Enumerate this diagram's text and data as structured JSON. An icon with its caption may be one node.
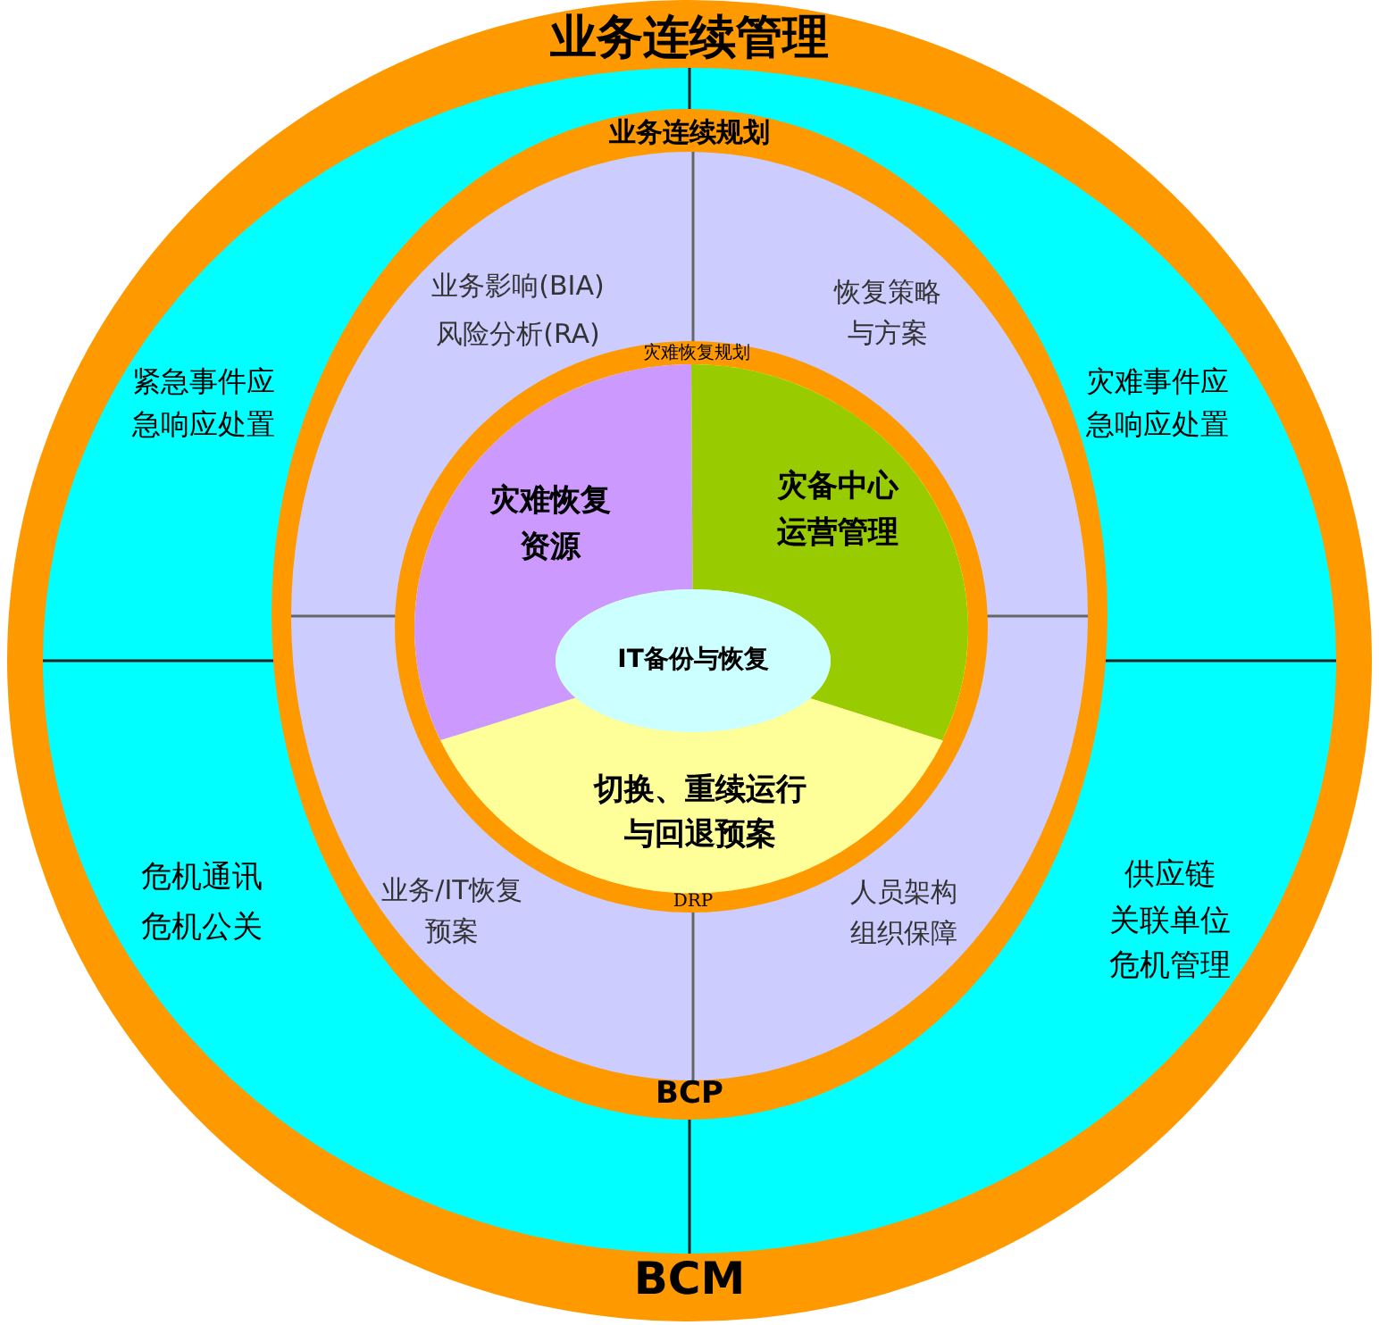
{
  "diagram": {
    "nodes": [
      {
        "text": [
          "业务连续管理",
          "紧急事件应急响应处置",
          "灾难事件应急响应处置",
          "危机通讯",
          "危机公关",
          "供应链关联单位危机管理",
          "BCM"
        ]
      },
      {
        "text": [
          "业务连续规划",
          "业务影响(BIA)",
          "风险分析(RA)",
          "恢复策略与方案",
          "业务/IT恢复预案",
          "人员架构组织保障",
          "BCP"
        ],
        "in": 0
      },
      {
        "text": [
          "灾难恢复规划",
          "DRP"
        ],
        "in": 1
      },
      {
        "text": [
          "灾难恢复资源"
        ],
        "in": 2
      },
      {
        "text": [
          "灾备中心运营管理"
        ],
        "in": 2
      },
      {
        "text": [
          "切换、重续运行与回退预案"
        ],
        "in": 2
      },
      {
        "text": [
          "IT备份与恢复"
        ],
        "in": 2
      }
    ]
  }
}
